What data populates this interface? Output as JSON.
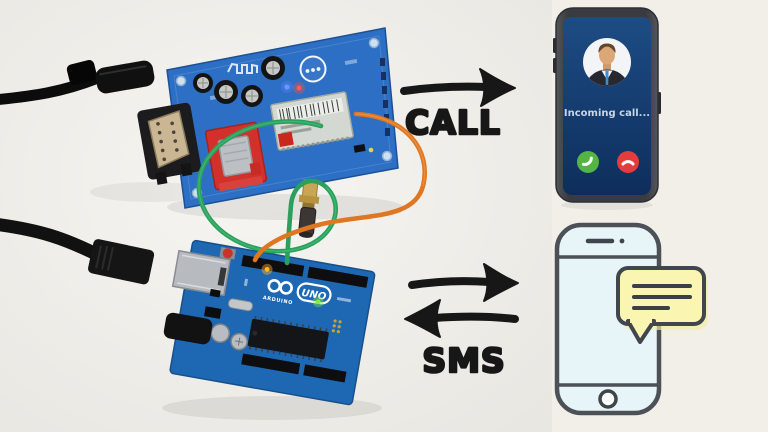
{
  "scene": {
    "background_color": "#f2efe9"
  },
  "flows": {
    "call": {
      "label": "CALL",
      "direction": "right",
      "arrow_color": "#171717"
    },
    "sms": {
      "label": "SMS",
      "direction": "both",
      "arrow_color": "#171717"
    }
  },
  "incoming_call_phone": {
    "status_text": "Incoming call...",
    "body_color": "#404147",
    "screen_color_top": "#1d4c84",
    "screen_color_bottom": "#0d2e5c",
    "accept_button_color": "#55b544",
    "decline_button_color": "#e23c3c",
    "avatar": "businessman-in-suit-with-blue-tie"
  },
  "sms_phone": {
    "outline_color": "#4b5156",
    "screen_fill": "#e7f5f9",
    "bubble_fill": "#faf5b1",
    "bubble_line_count": 3
  },
  "hardware": {
    "gsm_board_color": "#2c6fc4",
    "sim_holder_color": "#d2312b",
    "arduino_board_color": "#1e68b3",
    "arduino_logo_text": "ARDUINO",
    "arduino_model_text": "UNO",
    "jumper_wire_green": "#2ba05c",
    "jumper_wire_orange": "#df7722",
    "cable_color": "#111111"
  },
  "icons": {
    "call_arrow": "right-arrow",
    "sms_arrows": "right-and-left-arrows",
    "accept_call": "phone-handset",
    "decline_call": "phone-handset-down",
    "message": "speech-bubble"
  }
}
